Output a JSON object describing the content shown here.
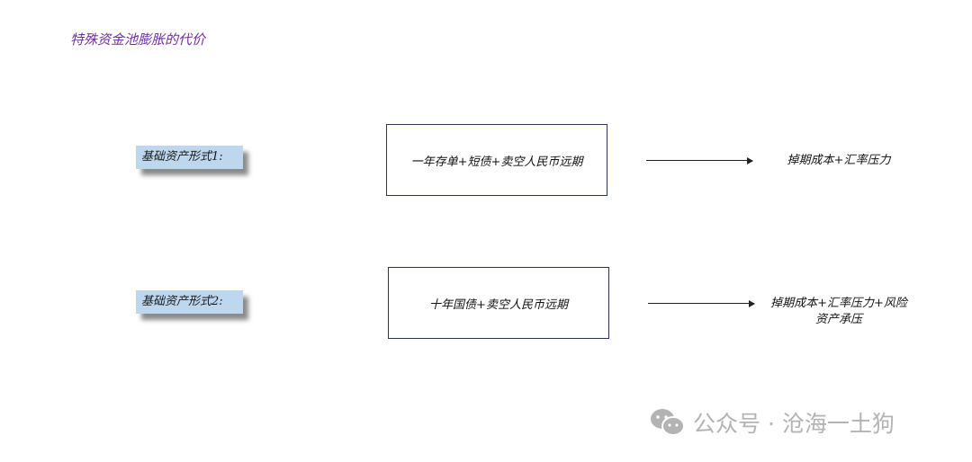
{
  "title": "特殊资金池膨胀的代价",
  "rows": [
    {
      "label": "基础资产形式1:",
      "strategy": "一年存单+短债+卖空人民币远期",
      "cost_lines": [
        "掉期成本+汇率压力"
      ]
    },
    {
      "label": "基础资产形式2:",
      "strategy": "十年国债+卖空人民币远期",
      "cost_lines": [
        "掉期成本+汇率压力+风险",
        "资产承压"
      ]
    }
  ],
  "watermark": "公众号 · 沧海一土狗"
}
